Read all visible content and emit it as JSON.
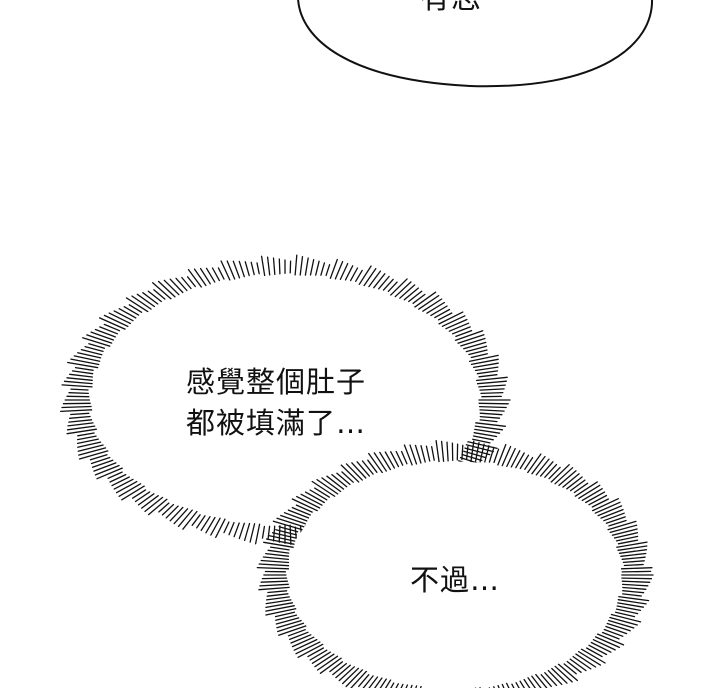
{
  "panel": {
    "background_color": "#ffffff",
    "ink_color": "#111111",
    "top_bubble": {
      "lines": [
        "有志"
      ]
    },
    "bubble_a": {
      "style": "burst",
      "lines": [
        "感覺整個肚子",
        "都被填滿了…"
      ]
    },
    "bubble_b": {
      "style": "burst",
      "lines": [
        "不過…"
      ]
    }
  }
}
